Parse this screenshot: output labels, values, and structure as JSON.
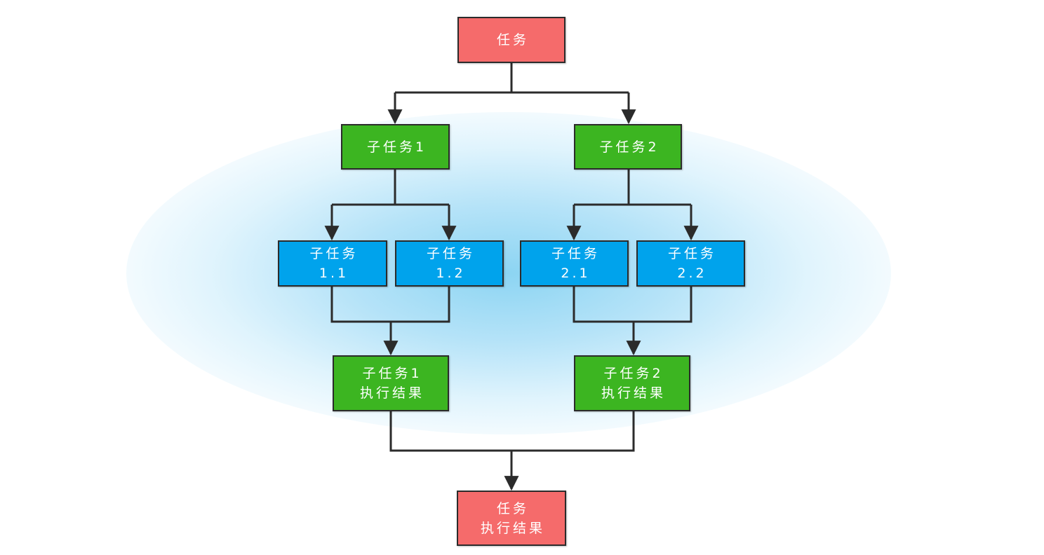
{
  "nodes": {
    "task": {
      "line1": "任务"
    },
    "sub1": {
      "line1": "子任务1"
    },
    "sub2": {
      "line1": "子任务2"
    },
    "sub11": {
      "line1": "子任务",
      "line2": "1.1"
    },
    "sub12": {
      "line1": "子任务",
      "line2": "1.2"
    },
    "sub21": {
      "line1": "子任务",
      "line2": "2.1"
    },
    "sub22": {
      "line1": "子任务",
      "line2": "2.2"
    },
    "sub1_result": {
      "line1": "子任务1",
      "line2": "执行结果"
    },
    "sub2_result": {
      "line1": "子任务2",
      "line2": "执行结果"
    },
    "task_result": {
      "line1": "任务",
      "line2": "执行结果"
    }
  },
  "colors": {
    "task": "#f56b6b",
    "subtask": "#3cb521",
    "leaf": "#00a3ec",
    "edge": "#2b2b2b",
    "glow": "#7dcff0"
  }
}
